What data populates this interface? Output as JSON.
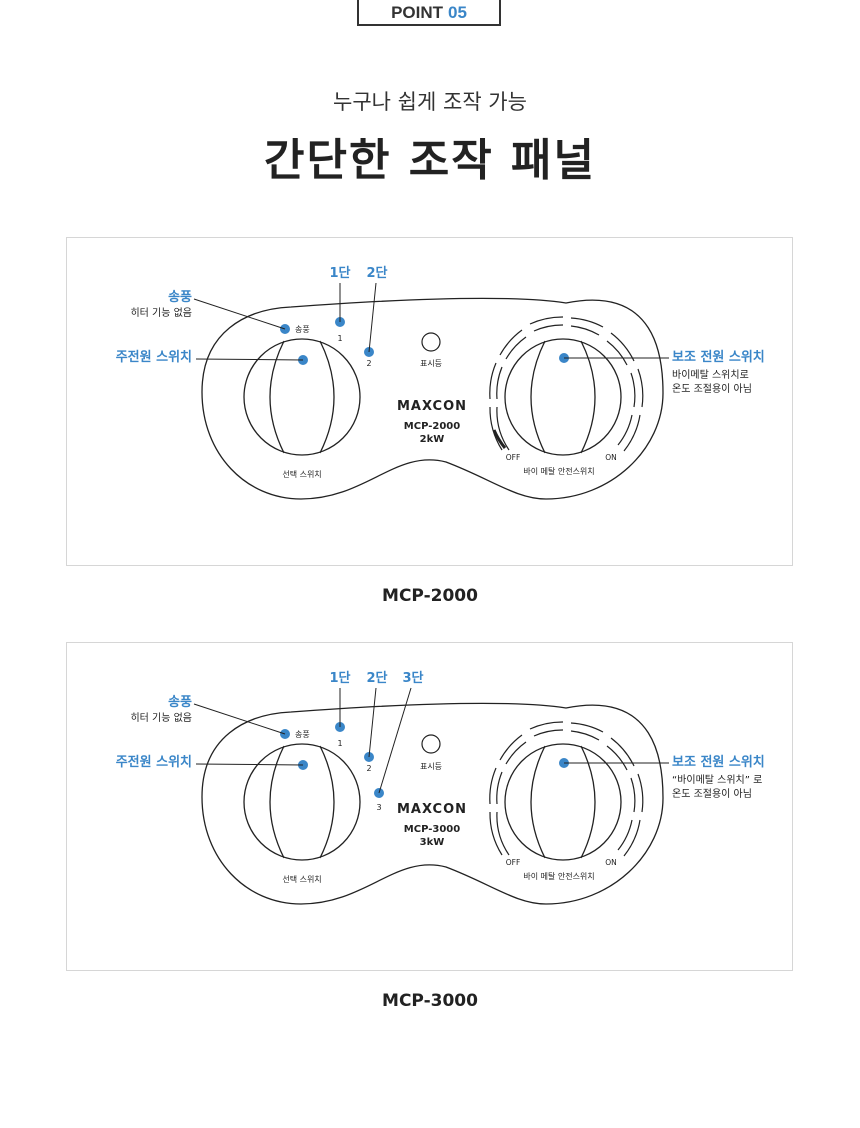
{
  "header": {
    "point_label": "POINT",
    "point_number": "05",
    "subtitle": "누구나 쉽게 조작 가능",
    "title": "간단한 조작 패널"
  },
  "colors": {
    "accent": "#3a86c8",
    "line": "#222222",
    "box_border": "#d6d6d6"
  },
  "panels": [
    {
      "model_caption": "MCP-2000",
      "brand": "MAXCON",
      "model": "MCP-2000",
      "power": "2kW",
      "fan_label": "송풍",
      "step_numbers": [
        "1",
        "2"
      ],
      "indicator_label": "표시등",
      "left_knob_label": "선택 스위치",
      "right_knob_label": "바이 메탈 안전스위치",
      "off_label": "OFF",
      "on_label": "ON",
      "callouts": {
        "fan_title": "송풍",
        "fan_desc": "히터 기능 없음",
        "main_power": "주전원 스위치",
        "steps": [
          "1단",
          "2단"
        ],
        "aux_power": "보조 전원 스위치",
        "aux_desc_1": "바이메탈 스위치로",
        "aux_desc_2": "온도 조절용이 아님"
      }
    },
    {
      "model_caption": "MCP-3000",
      "brand": "MAXCON",
      "model": "MCP-3000",
      "power": "3kW",
      "fan_label": "송풍",
      "step_numbers": [
        "1",
        "2",
        "3"
      ],
      "indicator_label": "표시등",
      "left_knob_label": "선택 스위치",
      "right_knob_label": "바이 메탈 안전스위치",
      "off_label": "OFF",
      "on_label": "ON",
      "callouts": {
        "fan_title": "송풍",
        "fan_desc": "히터 기능 없음",
        "main_power": "주전원 스위치",
        "steps": [
          "1단",
          "2단",
          "3단"
        ],
        "aux_power": "보조 전원 스위치",
        "aux_desc_1": "“바이메탈 스위치” 로",
        "aux_desc_2": "온도 조절용이 아님"
      }
    }
  ]
}
